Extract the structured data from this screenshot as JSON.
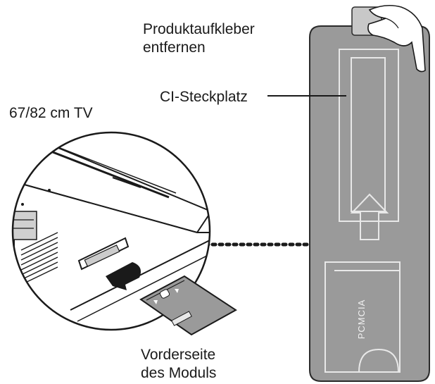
{
  "labels": {
    "sticker_line1": "Produktaufkleber",
    "sticker_line2": "entfernen",
    "ci_slot": "CI-Steckplatz",
    "tv_size": "67/82 cm TV",
    "front_line1": "Vorderseite",
    "front_line2": "des Moduls"
  },
  "card": {
    "type_text": "PCMCIA",
    "color": "#9a9a9a"
  },
  "colors": {
    "outline": "#1a1a1a",
    "panel": "#9a9a9a",
    "panel_lines": "#e6e6e6"
  }
}
